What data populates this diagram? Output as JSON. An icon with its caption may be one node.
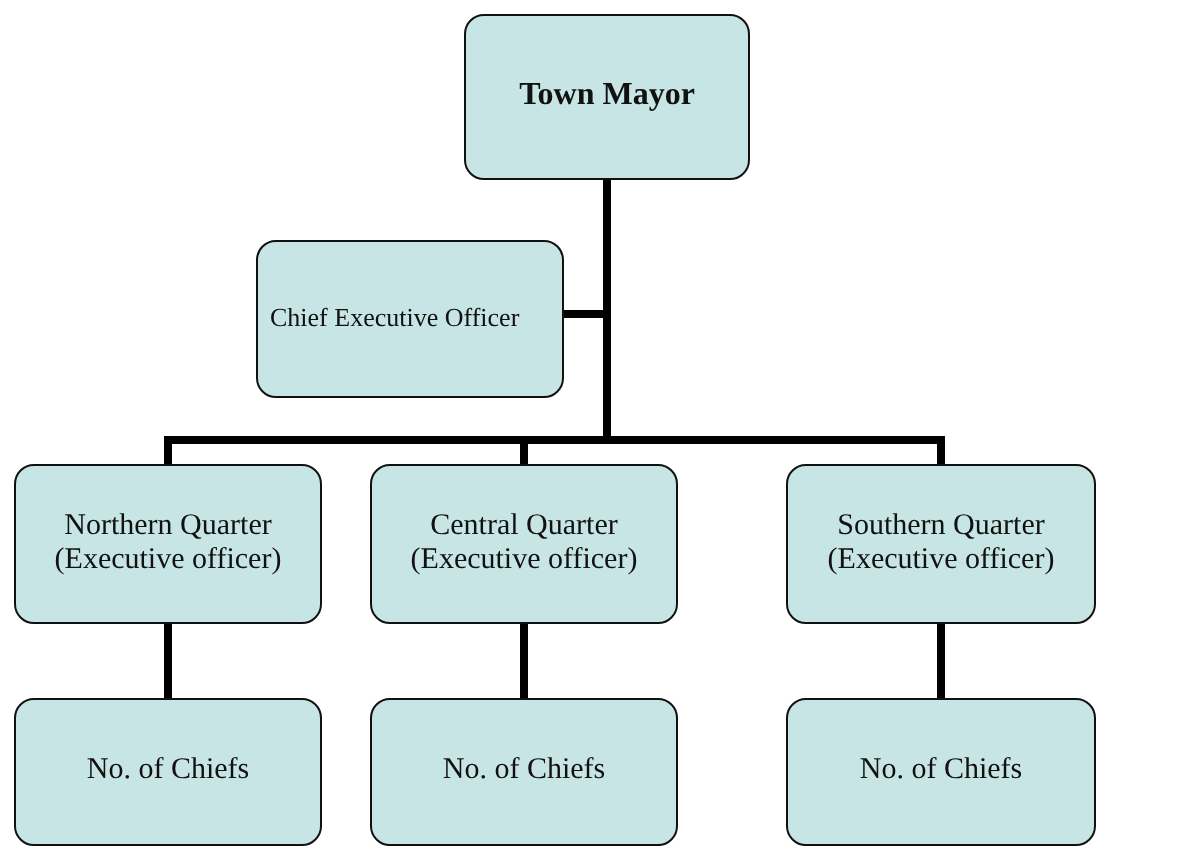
{
  "diagram": {
    "nodes": [
      {
        "text": [
          "Town Mayor"
        ]
      },
      {
        "text": [
          "Chief Executive Officer"
        ]
      },
      {
        "text": [
          "Northern Quarter (Executive officer)"
        ]
      },
      {
        "text": [
          "Central Quarter (Executive officer)"
        ]
      },
      {
        "text": [
          "Southern Quarter (Executive officer)"
        ]
      },
      {
        "text": [
          "No. of Chiefs"
        ]
      },
      {
        "text": [
          "No. of Chiefs"
        ]
      },
      {
        "text": [
          "No. of Chiefs"
        ]
      }
    ],
    "edges": [
      {
        "from": 0,
        "to": 1,
        "arrow": "none"
      },
      {
        "from": 0,
        "to": 2,
        "arrow": "none"
      },
      {
        "from": 0,
        "to": 3,
        "arrow": "none"
      },
      {
        "from": 0,
        "to": 4,
        "arrow": "none"
      },
      {
        "from": 2,
        "to": 5,
        "arrow": "none"
      },
      {
        "from": 3,
        "to": 6,
        "arrow": "none"
      },
      {
        "from": 4,
        "to": 7,
        "arrow": "none"
      }
    ]
  }
}
